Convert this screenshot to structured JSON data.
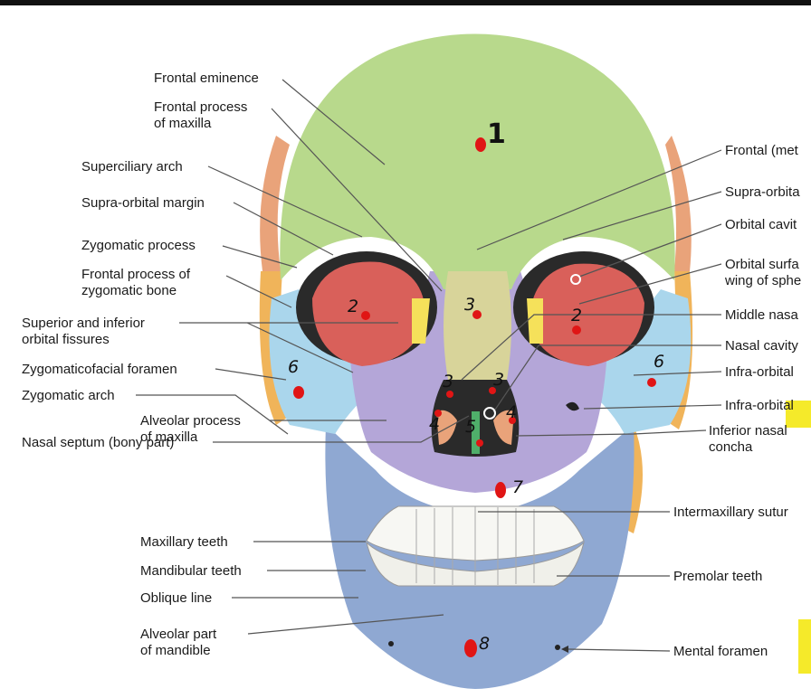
{
  "left_labels": [
    {
      "id": "frontal-eminence",
      "lines": [
        "Frontal eminence"
      ]
    },
    {
      "id": "frontal-process-maxilla",
      "lines": [
        "Frontal process",
        "of maxilla"
      ]
    },
    {
      "id": "superciliary-arch",
      "lines": [
        "Superciliary arch"
      ]
    },
    {
      "id": "supra-orbital-margin",
      "lines": [
        "Supra-orbital margin"
      ]
    },
    {
      "id": "zygomatic-process",
      "lines": [
        "Zygomatic process"
      ]
    },
    {
      "id": "frontal-process-zygomatic",
      "lines": [
        "Frontal process of",
        "zygomatic bone"
      ]
    },
    {
      "id": "orbital-fissures",
      "lines": [
        "Superior and inferior",
        "orbital fissures"
      ]
    },
    {
      "id": "zygomaticofacial-foramen",
      "lines": [
        "Zygomaticofacial foramen"
      ]
    },
    {
      "id": "zygomatic-arch",
      "lines": [
        "Zygomatic arch"
      ]
    },
    {
      "id": "nasal-septum",
      "lines": [
        "Nasal septum (bony part)"
      ]
    },
    {
      "id": "alveolar-process-maxilla",
      "lines": [
        "Alveolar process",
        "of maxilla"
      ]
    },
    {
      "id": "maxillary-teeth",
      "lines": [
        "Maxillary teeth"
      ]
    },
    {
      "id": "mandibular-teeth",
      "lines": [
        "Mandibular teeth"
      ]
    },
    {
      "id": "oblique-line",
      "lines": [
        "Oblique line"
      ]
    },
    {
      "id": "alveolar-part-mandible",
      "lines": [
        "Alveolar part",
        "of mandible"
      ]
    }
  ],
  "right_labels": [
    {
      "id": "frontal-metopic",
      "lines": [
        "Frontal (met"
      ]
    },
    {
      "id": "supra-orbital",
      "lines": [
        "Supra-orbita"
      ]
    },
    {
      "id": "orbital-cavity",
      "lines": [
        "Orbital cavit"
      ]
    },
    {
      "id": "orbital-surface",
      "lines": [
        "Orbital surfa",
        "wing of sphe"
      ]
    },
    {
      "id": "middle-nasal",
      "lines": [
        "Middle nasa"
      ]
    },
    {
      "id": "nasal-cavity",
      "lines": [
        "Nasal cavity"
      ]
    },
    {
      "id": "infra-orbital-1",
      "lines": [
        "Infra-orbital"
      ]
    },
    {
      "id": "infra-orbital-2",
      "lines": [
        "Infra-orbital"
      ]
    },
    {
      "id": "inferior-nasal-concha",
      "lines": [
        "Inferior nasal",
        "concha"
      ]
    },
    {
      "id": "intermaxillary-suture",
      "lines": [
        "Intermaxillary sutur"
      ]
    },
    {
      "id": "premolar-teeth",
      "lines": [
        "Premolar teeth"
      ]
    },
    {
      "id": "mental-foramen",
      "lines": [
        "Mental foramen"
      ]
    }
  ],
  "annotations": [
    "1",
    "2",
    "2",
    "3",
    "3",
    "3",
    "4",
    "4",
    "5",
    "6",
    "6",
    "7",
    "8"
  ],
  "colors": {
    "frontal": "#b8d98c",
    "maxilla": "#b4a6d8",
    "mandible": "#8fa8d2",
    "zygomatic": "#aad6ec",
    "parietal": "#e9a37a",
    "temporal": "#f0b45a",
    "sphenoid_orbit": "#d9605a",
    "nasal": "#d8d49a",
    "ethmoid": "#f5e15a",
    "highlight": "#f5ea2a",
    "marker": "#e01515"
  }
}
